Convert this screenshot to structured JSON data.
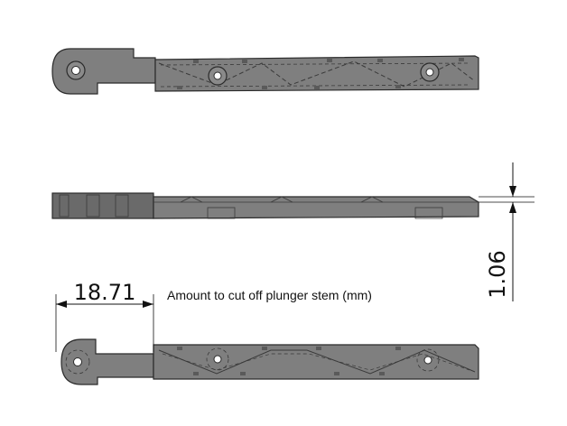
{
  "drawing": {
    "dimension_width": "18.71",
    "dimension_thickness": "1.06",
    "note": "Amount to cut off plunger stem (mm)"
  },
  "colors": {
    "part_fill": "#7f7f7f",
    "part_fill_dark": "#6a6a6a",
    "part_edge": "#2b2b2b",
    "detail_line": "#3a3a3a",
    "dim_line": "#111111",
    "background": "#ffffff"
  }
}
